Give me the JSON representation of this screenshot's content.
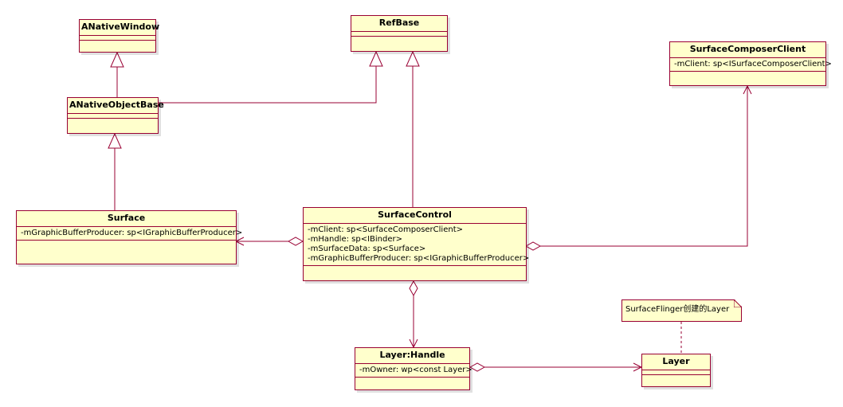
{
  "colors": {
    "fill": "#ffffcc",
    "border": "#990033",
    "line": "#990033",
    "text": "#000000"
  },
  "classes": {
    "anativewindow": {
      "name": "ANativeWindow",
      "attributes": []
    },
    "refbase": {
      "name": "RefBase",
      "attributes": []
    },
    "surfacecomposerclient": {
      "name": "SurfaceComposerClient",
      "attributes": [
        "-mClient: sp<ISurfaceComposerClient>"
      ]
    },
    "anativeobjectbase": {
      "name": "ANativeObjectBase",
      "attributes": []
    },
    "surface": {
      "name": "Surface",
      "attributes": [
        "-mGraphicBufferProducer: sp<IGraphicBufferProducer>"
      ]
    },
    "surfacecontrol": {
      "name": "SurfaceControl",
      "attributes": [
        "-mClient: sp<SurfaceComposerClient>",
        "-mHandle: sp<IBinder>",
        "-mSurfaceData: sp<Surface>",
        "-mGraphicBufferProducer: sp<IGraphicBufferProducer>"
      ]
    },
    "layerhandle": {
      "name": "Layer:Handle",
      "attributes": [
        "-mOwner: wp<const Layer>"
      ]
    },
    "layer": {
      "name": "Layer",
      "attributes": []
    }
  },
  "note": {
    "text": "SurfaceFlinger创建的Layer"
  }
}
